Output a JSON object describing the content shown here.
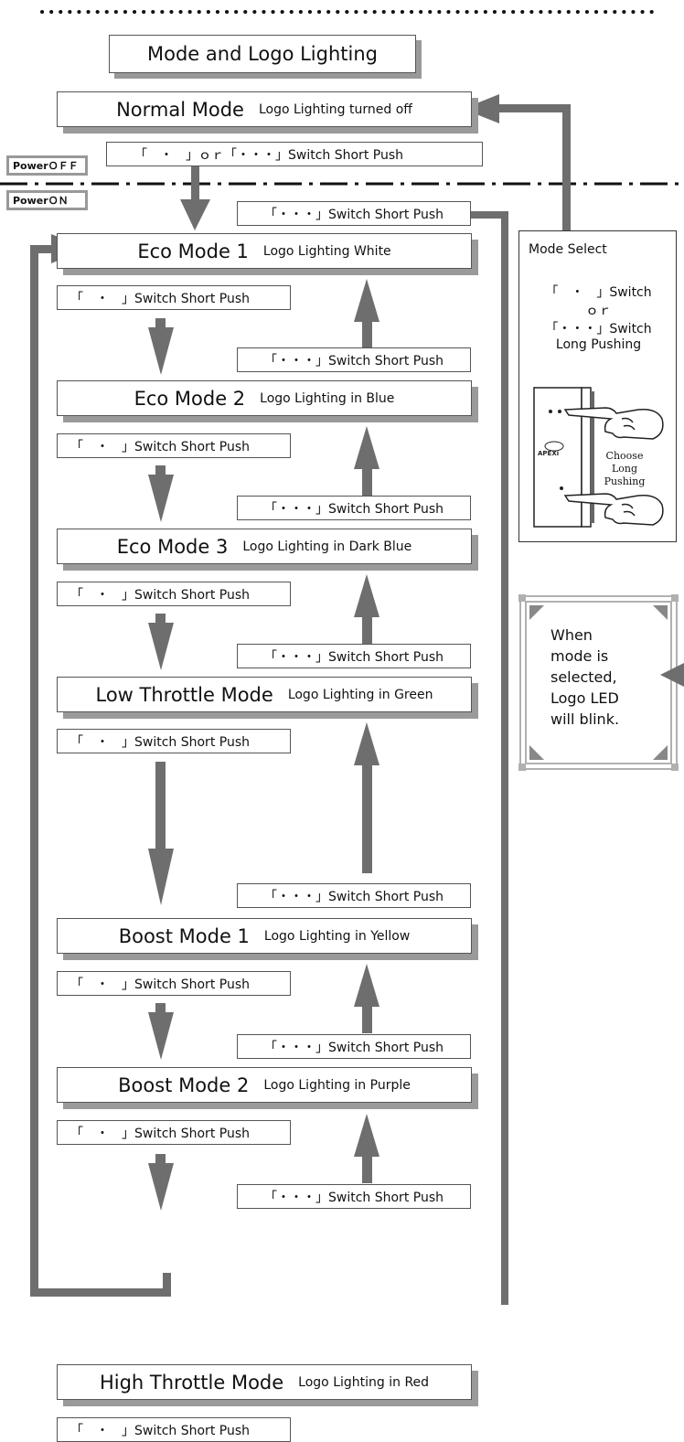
{
  "title": "Mode and Logo Lighting",
  "power_off_label": "PowerＯＦＦ",
  "power_on_label": "PowerＯＮ",
  "normal_mode": {
    "name": "Normal Mode",
    "lighting": "Logo Lighting turned off"
  },
  "off_switch_label": "「　・　」ｏｒ「・・・」Switch Short Push",
  "on_switch_label": "「・・・」Switch Short Push",
  "modes": [
    {
      "name": "Eco Mode 1",
      "lighting": "Logo Lighting White"
    },
    {
      "name": "Eco Mode 2",
      "lighting": "Logo Lighting in Blue"
    },
    {
      "name": "Eco Mode 3",
      "lighting": "Logo Lighting in Dark Blue"
    },
    {
      "name": "Low Throttle Mode",
      "lighting": "Logo Lighting in Green"
    },
    {
      "name": "Boost Mode 1",
      "lighting": "Logo Lighting in Yellow"
    },
    {
      "name": "Boost Mode 2",
      "lighting": "Logo Lighting in Purple"
    },
    {
      "name": "High Throttle Mode",
      "lighting": "Logo Lighting in Red"
    }
  ],
  "down_push_label": "「　・　」Switch Short Push",
  "up_push_label": "「・・・」Switch Short Push",
  "mode_select": {
    "title": "Mode Select",
    "line1": "「　・　」Switch",
    "line2": "ｏｒ",
    "line3": "「・・・」Switch",
    "line4": "Long Pushing",
    "device_brand": "APEXi",
    "device_caption": [
      "Choose",
      "Long",
      "Pushing"
    ]
  },
  "note": {
    "lines": [
      "When",
      "mode is",
      "selected,",
      "Logo LED",
      "will blink."
    ]
  },
  "colors": {
    "arrow": "#6e6e6e",
    "shadow": "#9a9a9a",
    "frame": "#b0b0b0"
  },
  "icons": [
    "hand-pointing-icon",
    "hand-pointing-icon",
    "device-icon"
  ]
}
